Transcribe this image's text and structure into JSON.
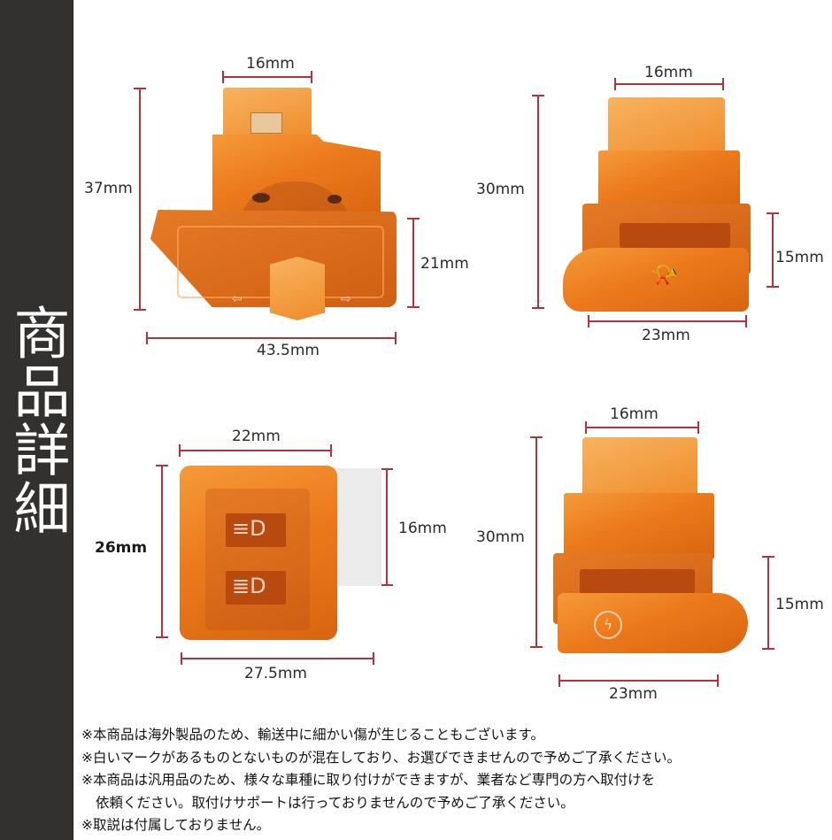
{
  "sidebar": {
    "title": "商品詳細",
    "background": "#323130",
    "text_color": "#ffffff"
  },
  "colors": {
    "dimension_line": "#b5323b",
    "product_orange": "#ec7a1c",
    "background": "#ffffff"
  },
  "products": [
    {
      "name": "turn-signal-switch",
      "icons": [
        "left-arrow-icon",
        "right-arrow-icon"
      ],
      "dimensions": {
        "top_width": "16mm",
        "height": "37mm",
        "right_height": "21mm",
        "bottom_width": "43.5mm"
      }
    },
    {
      "name": "horn-switch",
      "icons": [
        "horn-icon"
      ],
      "dimensions": {
        "top_width": "16mm",
        "height": "30mm",
        "right_height": "15mm",
        "bottom_width": "23mm"
      }
    },
    {
      "name": "headlight-switch",
      "icons": [
        "low-beam-icon",
        "high-beam-icon"
      ],
      "dimensions": {
        "top_width": "22mm",
        "height": "26mm",
        "right_height": "16mm",
        "bottom_width": "27.5mm"
      }
    },
    {
      "name": "starter-switch",
      "icons": [
        "starter-icon"
      ],
      "dimensions": {
        "top_width": "16mm",
        "height": "30mm",
        "right_height": "15mm",
        "bottom_width": "23mm"
      }
    }
  ],
  "notes": [
    "※本商品は海外製品のため、輸送中に細かい傷が生じることもございます。",
    "※白いマークがあるものとないものが混在しており、お選びできませんので予めご了承ください。",
    "※本商品は汎用品のため、様々な車種に取り付けができますが、業者など専門の方へ取付けを",
    "依頼ください。取付けサポートは行っておりませんので予めご了承ください。",
    "※取説は付属しておりません。"
  ]
}
